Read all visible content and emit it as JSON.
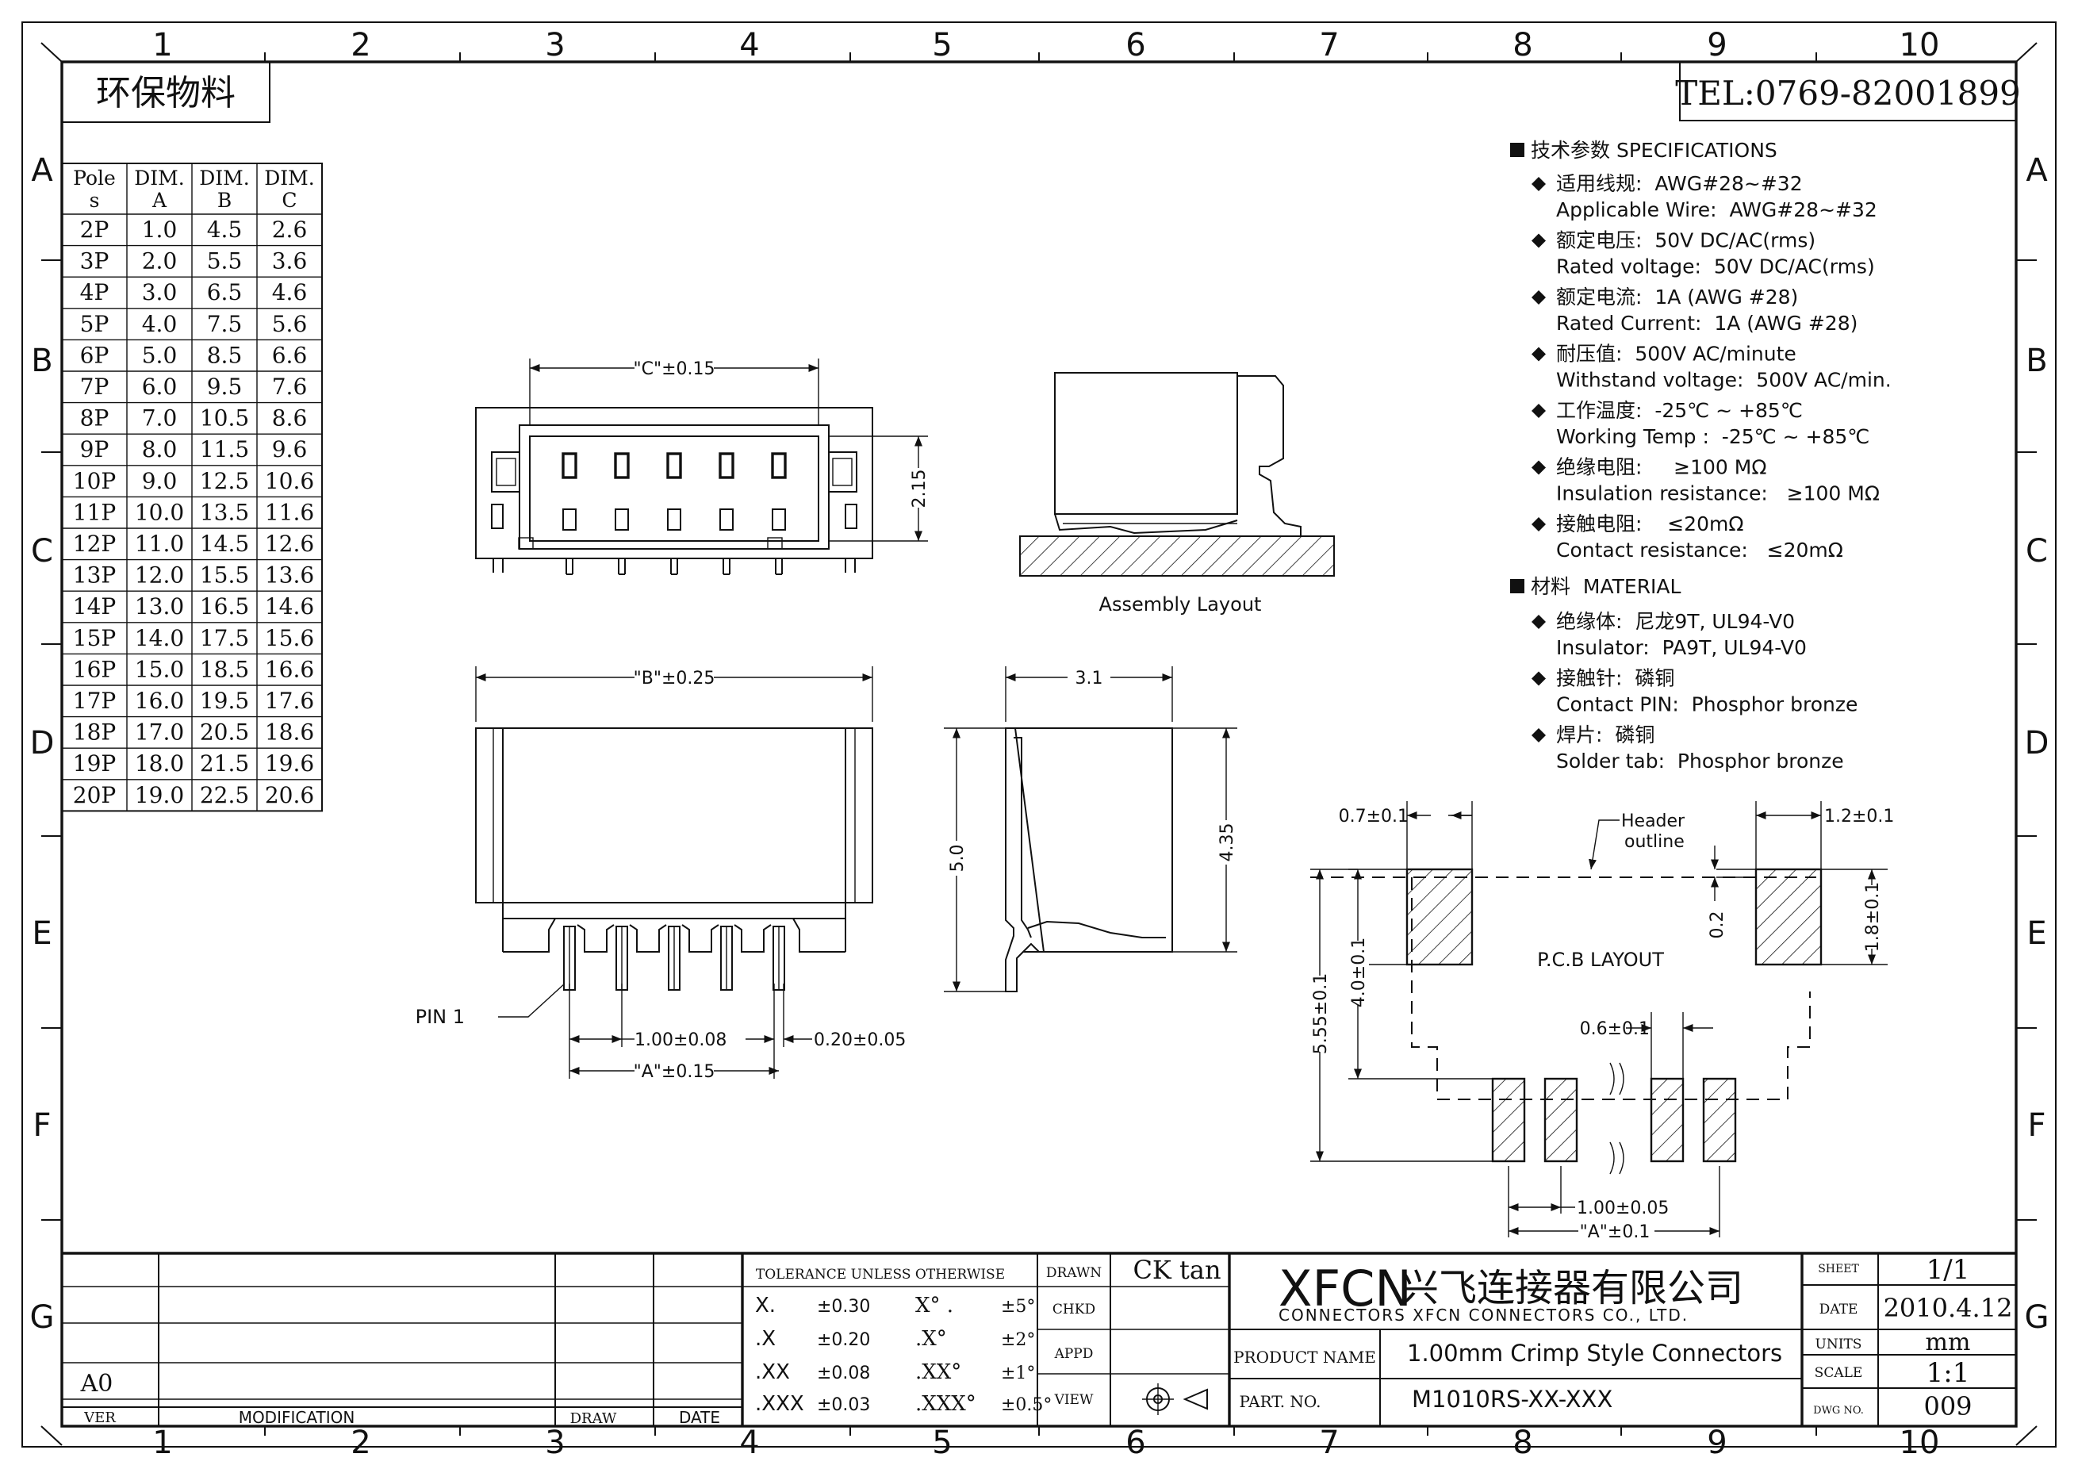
{
  "frame": {
    "col_labels": [
      "1",
      "2",
      "3",
      "4",
      "5",
      "6",
      "7",
      "8",
      "9",
      "10"
    ],
    "row_labels": [
      "A",
      "B",
      "C",
      "D",
      "E",
      "F",
      "G"
    ]
  },
  "header": {
    "eco_label": "环保物料",
    "tel": "TEL:0769-82001899"
  },
  "dim_table": {
    "headers": [
      [
        "Pole",
        "s"
      ],
      [
        "DIM.",
        "A"
      ],
      [
        "DIM.",
        "B"
      ],
      [
        "DIM.",
        "C"
      ]
    ],
    "rows": [
      [
        "2P",
        "1.0",
        "4.5",
        "2.6"
      ],
      [
        "3P",
        "2.0",
        "5.5",
        "3.6"
      ],
      [
        "4P",
        "3.0",
        "6.5",
        "4.6"
      ],
      [
        "5P",
        "4.0",
        "7.5",
        "5.6"
      ],
      [
        "6P",
        "5.0",
        "8.5",
        "6.6"
      ],
      [
        "7P",
        "6.0",
        "9.5",
        "7.6"
      ],
      [
        "8P",
        "7.0",
        "10.5",
        "8.6"
      ],
      [
        "9P",
        "8.0",
        "11.5",
        "9.6"
      ],
      [
        "10P",
        "9.0",
        "12.5",
        "10.6"
      ],
      [
        "11P",
        "10.0",
        "13.5",
        "11.6"
      ],
      [
        "12P",
        "11.0",
        "14.5",
        "12.6"
      ],
      [
        "13P",
        "12.0",
        "15.5",
        "13.6"
      ],
      [
        "14P",
        "13.0",
        "16.5",
        "14.6"
      ],
      [
        "15P",
        "14.0",
        "17.5",
        "15.6"
      ],
      [
        "16P",
        "15.0",
        "18.5",
        "16.6"
      ],
      [
        "17P",
        "16.0",
        "19.5",
        "17.6"
      ],
      [
        "18P",
        "17.0",
        "20.5",
        "18.6"
      ],
      [
        "19P",
        "18.0",
        "21.5",
        "19.6"
      ],
      [
        "20P",
        "19.0",
        "22.5",
        "20.6"
      ]
    ]
  },
  "specs": {
    "title": "技术参数 SPECIFICATIONS",
    "items": [
      {
        "cn": "适用线规:  AWG#28~#32",
        "en": "Applicable Wire:  AWG#28~#32"
      },
      {
        "cn": "额定电压:  50V DC/AC(rms)",
        "en": "Rated voltage:  50V DC/AC(rms)"
      },
      {
        "cn": "额定电流:  1A (AWG #28)",
        "en": "Rated Current:  1A (AWG #28)"
      },
      {
        "cn": "耐压值:  500V AC/minute",
        "en": "Withstand voltage:  500V AC/min."
      },
      {
        "cn": "工作温度:  -25℃ ~ +85℃",
        "en": "Working Temp :  -25℃ ~ +85℃"
      },
      {
        "cn": "绝缘电阻:     ≥100 MΩ",
        "en": "Insulation resistance:   ≥100 MΩ"
      },
      {
        "cn": "接触电阻:    ≤20mΩ",
        "en": "Contact resistance:   ≤20mΩ"
      }
    ],
    "material_title": "材料  MATERIAL",
    "materials": [
      {
        "cn": "绝缘体:  尼龙9T, UL94-V0",
        "en": "Insulator:  PA9T, UL94-V0"
      },
      {
        "cn": "接触针:  磷铜",
        "en": "Contact PIN:  Phosphor bronze"
      },
      {
        "cn": "焊片:  磷铜",
        "en": "Solder tab:  Phosphor bronze"
      }
    ]
  },
  "top_view": {
    "dim_c": "\"C\"±0.15",
    "dim_215": "2.15"
  },
  "side_top": {
    "caption": "Assembly Layout"
  },
  "front_view": {
    "dim_b": "\"B\"±0.25",
    "pin1": "PIN 1",
    "pitch": "1.00±0.08",
    "pin_w": "0.20±0.05",
    "dim_a": "\"A\"±0.15"
  },
  "side_view": {
    "dim_31": "3.1",
    "dim_50": "5.0",
    "dim_435": "4.35"
  },
  "pcb": {
    "dim_07": "0.7±0.1",
    "header_outline_1": "Header",
    "header_outline_2": "outline",
    "dim_12": "1.2±0.1",
    "dim_02": "0.2",
    "dim_18": "1.8±0.1",
    "caption": "P.C.B LAYOUT",
    "dim_555": "5.55±0.1",
    "dim_40": "4.0±0.1",
    "dim_06": "0.6±0.1",
    "dim_pitch": "1.00±0.05",
    "dim_a": "\"A\"±0.1"
  },
  "title_block": {
    "ver_value": "A0",
    "ver_label": "VER",
    "modification_label": "MODIFICATION",
    "draw_label": "DRAW",
    "date_label": "DATE",
    "tolerance_title": "TOLERANCE UNLESS OTHERWISE",
    "tol_rows": [
      [
        "X.",
        "±0.30",
        "X°  .",
        "±5°"
      ],
      [
        ".X",
        "±0.20",
        ".X°",
        "±2°"
      ],
      [
        ".XX",
        "±0.08",
        ".XX°",
        "±1°"
      ],
      [
        ".XXX",
        "±0.03",
        ".XXX°",
        "±0.5°"
      ]
    ],
    "drawn_label": "DRAWN",
    "drawn_value": "CK tan",
    "chkd_label": "CHKD",
    "appd_label": "APPD",
    "view_label": "VIEW",
    "company_brand": "XFCN",
    "company_cn": "兴飞连接器有限公司",
    "company_sub": "CONNECTORS XFCN CONNECTORS CO., LTD.",
    "product_name_label": "PRODUCT NAME",
    "product_name": "1.00mm Crimp Style Connectors",
    "part_no_label": "PART. NO.",
    "part_no": "M1010RS-XX-XXX",
    "sheet_label": "SHEET",
    "sheet_value": "1/1",
    "date_row_label": "DATE",
    "date_value": "2010.4.12",
    "units_label": "UNITS",
    "units_value": "mm",
    "scale_label": "SCALE",
    "scale_value": "1:1",
    "dwg_label": "DWG NO.",
    "dwg_value": "009"
  }
}
